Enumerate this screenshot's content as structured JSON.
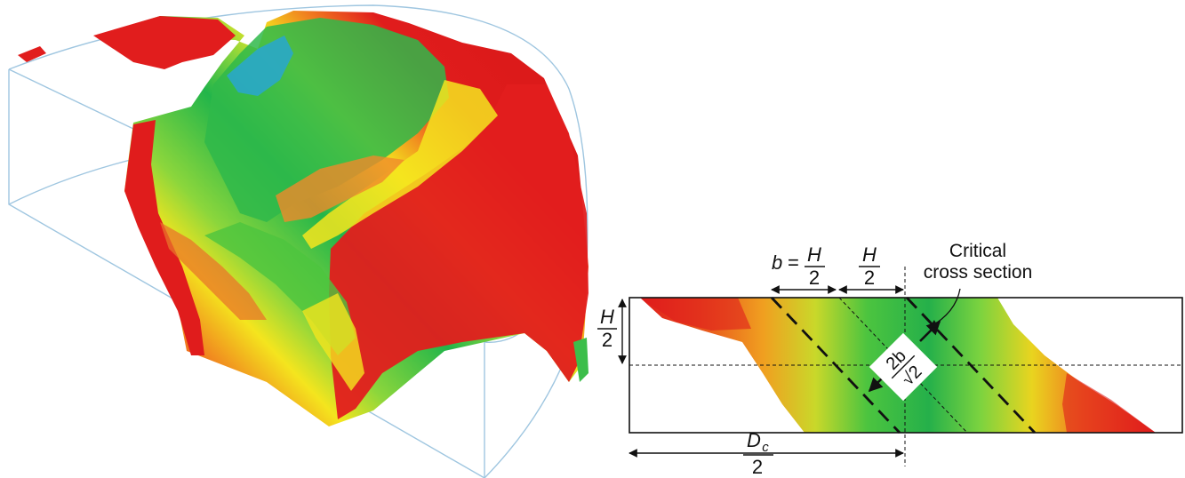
{
  "left_figure": {
    "wireframe_color": "#9fc6e0",
    "colormap": [
      "#e01c1c",
      "#f07a1f",
      "#f4e51e",
      "#7cd33f",
      "#22b54a",
      "#2aa7c9"
    ]
  },
  "right_figure": {
    "annotations": {
      "b_symbol": "b",
      "equals": "=",
      "H_symbol": "H",
      "two": "2",
      "critical_line1": "Critical",
      "critical_line2": "cross section",
      "two_b": "2b",
      "sqrt2": "√2",
      "D_symbol": "D",
      "c_subscript": "c"
    }
  }
}
